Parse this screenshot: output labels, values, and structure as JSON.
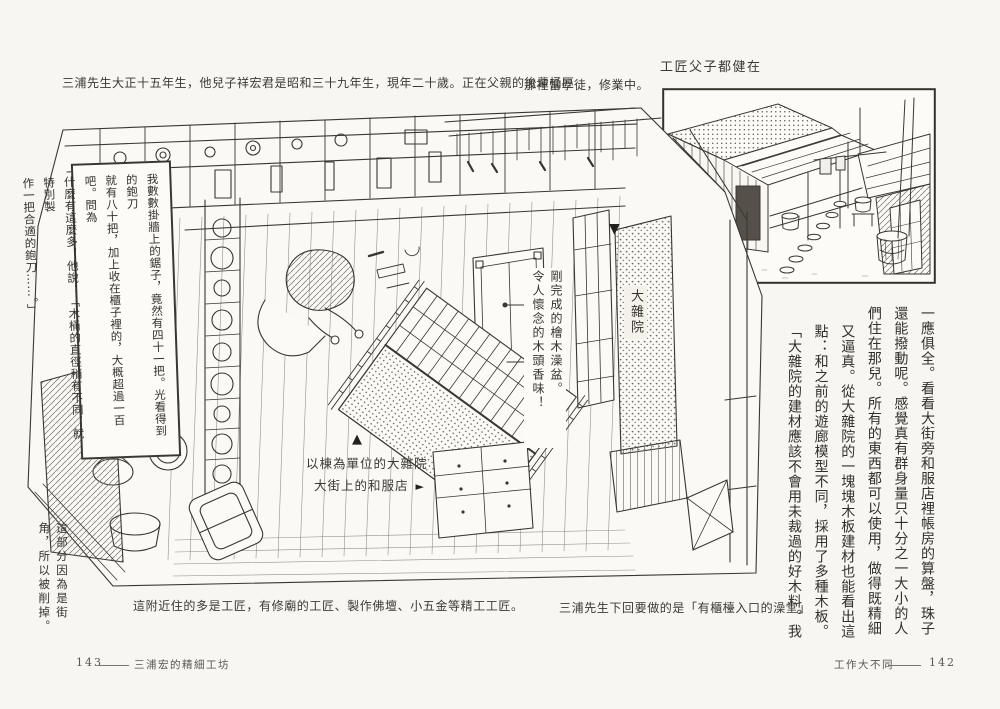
{
  "colors": {
    "paper": "#f7f6f2",
    "ink": "#3a3731"
  },
  "header": {
    "caption_left": "三浦先生大正十五年生，他兒子祥宏君是昭和三十九年生，現年二十歲。正在父親的後輩桶匠",
    "caption_right": "那裡當學徒，修業中。",
    "inset_title": "工匠父子都健在"
  },
  "sign_note": {
    "columns": [
      "我數數掛牆上的鋸子，竟然有四十一把。光看得到的鉋刀",
      "就有八十把，加上收在櫃子裡的，大概超過一百吧。問為",
      "什麼有這麼多，他說：「木桶的直徑稍有不同，就特別製",
      "作一把合適的鉋刀……。」"
    ]
  },
  "tub_note": {
    "columns": [
      "剛完成的檜木澡盆。",
      "令人懷念的木頭香味！"
    ]
  },
  "labels": {
    "tenement": "大雜院",
    "model_line1": "以棟為單位的大雜院",
    "model_line2": "大街上的和服店",
    "corner_columns": [
      "這部分因為是街",
      "角，所以被削掉。"
    ]
  },
  "icons": {
    "down_arrow": "▼",
    "up_arrow": "▲",
    "right_arrow": "►"
  },
  "captions": {
    "bottom_left": "這附近住的多是工匠，有修廟的工匠、製作佛壇、小五金等精工工匠。",
    "bottom_right": "三浦先生下回要做的是「有櫃檯入口的澡堂」"
  },
  "body_text": {
    "columns": [
      "一應俱全。看看大街旁和服店裡帳房的算盤，珠子",
      "還能撥動呢。感覺真有群身量只十分之一大小的人",
      "們住在那兒。所有的東西都可以使用，做得既精細",
      "又逼真。從大雜院的一塊塊木板建材也能看出這",
      "點：和之前的遊廊模型不同，採用了多種木板。",
      "「大雜院的建材應該不會用未裁過的好木料。我"
    ]
  },
  "footer": {
    "left_page": "143",
    "left_title": "三浦宏的精細工坊",
    "right_title": "工作大不同",
    "right_page": "142"
  }
}
